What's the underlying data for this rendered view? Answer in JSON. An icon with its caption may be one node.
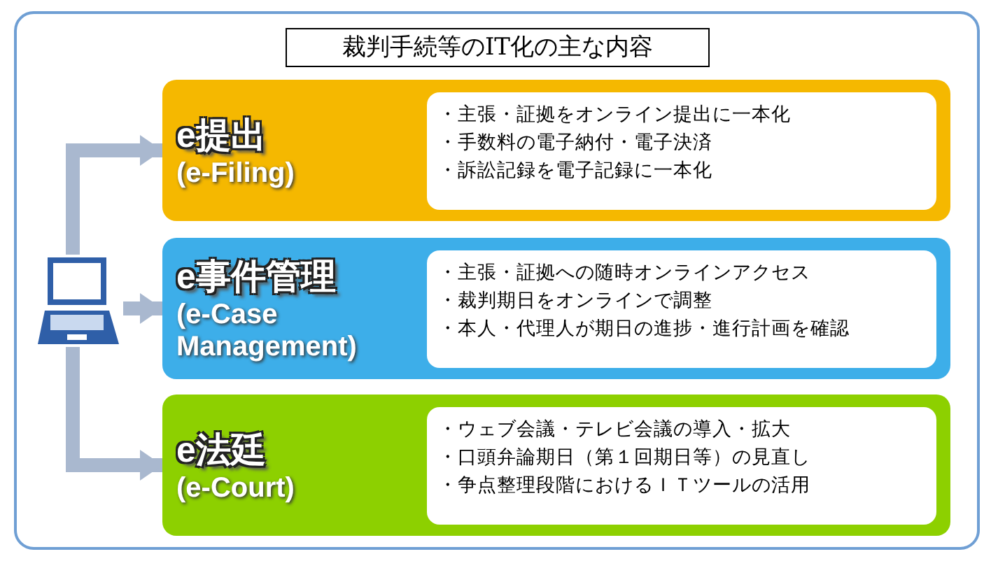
{
  "diagram": {
    "title": "裁判手続等のIT化の主な内容",
    "nodes": [
      {
        "text": [
          "e提出",
          "(e-Filing)"
        ]
      },
      {
        "text": [
          "・主張・証拠をオンライン提出に一本化",
          "・手数料の電子納付・電子決済",
          "・訴訟記録を電子記録に一本化"
        ],
        "in": 0
      },
      {
        "text": [
          "e事件管理",
          "(e-Case Management)"
        ]
      },
      {
        "text": [
          "・主張・証拠への随時オンラインアクセス",
          "・裁判期日をオンラインで調整",
          "・本人・代理人が期日の進捗・進行計画を確認"
        ],
        "in": 2
      },
      {
        "text": [
          "e法廷",
          "(e-Court)"
        ]
      },
      {
        "text": [
          "・ウェブ会議・テレビ会議の導入・拡大",
          "・口頭弁論期日（第１回期日等）の見直し",
          "・争点整理段階におけるＩＴツールの活用"
        ],
        "in": 4
      },
      {
        "text": [],
        "shape": "picture"
      }
    ],
    "edges": [
      {
        "from": 6,
        "to": 0,
        "arrow": "to"
      },
      {
        "from": 6,
        "to": 2,
        "arrow": "to"
      },
      {
        "from": 6,
        "to": 4,
        "arrow": "to"
      }
    ]
  }
}
